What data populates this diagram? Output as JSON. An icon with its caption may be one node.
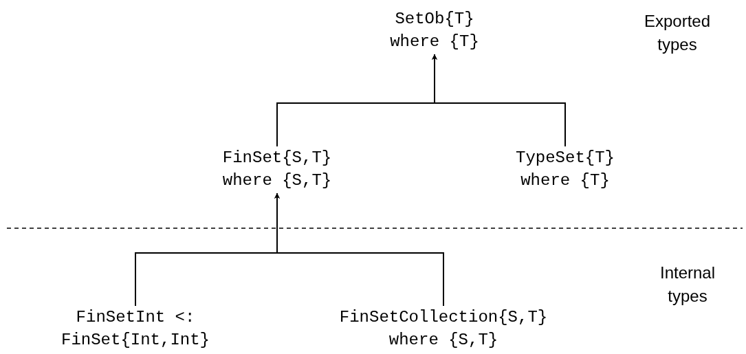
{
  "diagram": {
    "nodes": [
      {
        "text": [
          "SetOb{T} where {T}"
        ]
      },
      {
        "text": [
          "FinSet{S,T} where {S,T}"
        ]
      },
      {
        "text": [
          "TypeSet{T} where {T}"
        ]
      },
      {
        "text": [
          "FinSetInt <: FinSet{Int,Int}"
        ]
      },
      {
        "text": [
          "FinSetCollection{S,T} where {S,T}"
        ]
      }
    ],
    "edges": [
      {
        "from": 1,
        "to": 0,
        "arrow": "to"
      },
      {
        "from": 2,
        "to": 0,
        "arrow": "to"
      },
      {
        "from": 3,
        "to": 1,
        "arrow": "to"
      },
      {
        "from": 4,
        "to": 1,
        "arrow": "to"
      }
    ],
    "labels": [
      "Exported types",
      "Internal types"
    ]
  }
}
